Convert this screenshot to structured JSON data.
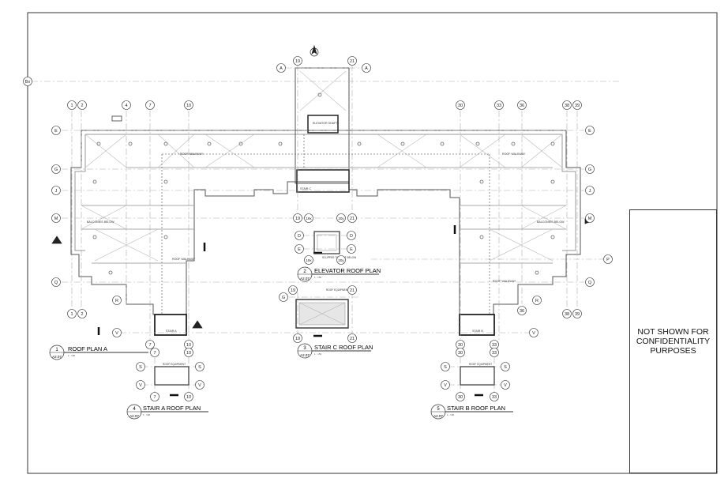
{
  "sheet": {
    "confidentiality_note": "NOT SHOWN FOR CONFIDENTIALITY PURPOSES"
  },
  "views": [
    {
      "id": "roof-plan-a",
      "number": "1",
      "sheet_ref": "A2.07",
      "title": "ROOF PLAN A",
      "scale": "1 : 150"
    },
    {
      "id": "elevator-roof-plan",
      "number": "2",
      "sheet_ref": "A2.07",
      "title": "ELEVATOR ROOF PLAN",
      "scale": "1 : 150"
    },
    {
      "id": "stair-c-roof-plan",
      "number": "3",
      "sheet_ref": "A2.07",
      "title": "STAIR C ROOF PLAN",
      "scale": "1 : 150"
    },
    {
      "id": "stair-a-roof-plan",
      "number": "4",
      "sheet_ref": "A2.07",
      "title": "STAIR A ROOF PLAN",
      "scale": "1 : 150"
    },
    {
      "id": "stair-b-roof-plan",
      "number": "5",
      "sheet_ref": "A2.07",
      "title": "STAIR B ROOF PLAN",
      "scale": "1 : 150"
    }
  ],
  "annotations": {
    "roof_walkway": "ROOF WALKWAY",
    "balconies_below": "BALCONIES BELOW",
    "elevator_shaft": "ELEVATOR SHAFT",
    "stair_c": "STAIR C",
    "stair_a": "STAIR A",
    "stair_b": "STAIR B",
    "roof_equipment": "ROOF EQUIPMENT",
    "scupper": "SCUPPER TO ROOF BELOW"
  },
  "grid_labels": {
    "main_top": [
      "1",
      "2",
      "4",
      "7",
      "10",
      "30",
      "33",
      "36",
      "38",
      "39"
    ],
    "main_bottom": [
      "1",
      "2",
      "7",
      "10",
      "30",
      "33",
      "36",
      "38",
      "39"
    ],
    "main_left": [
      "E",
      "G",
      "J",
      "M",
      "Q"
    ],
    "main_right": [
      "E",
      "G",
      "J",
      "M",
      "P",
      "Q"
    ],
    "tower_top": [
      "19",
      "21"
    ],
    "tower_rows": [
      "A",
      "Bx"
    ],
    "elevator_top": [
      "19",
      "19x",
      "20y",
      "21"
    ],
    "elevator_bottom": [
      "19x",
      "20y"
    ],
    "elevator_rows": [
      "D",
      "E"
    ],
    "stair_c_top": [
      "19",
      "21"
    ],
    "stair_c_bottom": [
      "19",
      "21"
    ],
    "stair_c_left": [
      "G"
    ],
    "stair_a_cols": [
      "7",
      "10"
    ],
    "stair_a_rows": [
      "S",
      "V"
    ],
    "stair_b_cols": [
      "30",
      "33"
    ],
    "stair_b_rows": [
      "S",
      "V"
    ],
    "misc": [
      "R",
      "V"
    ]
  }
}
